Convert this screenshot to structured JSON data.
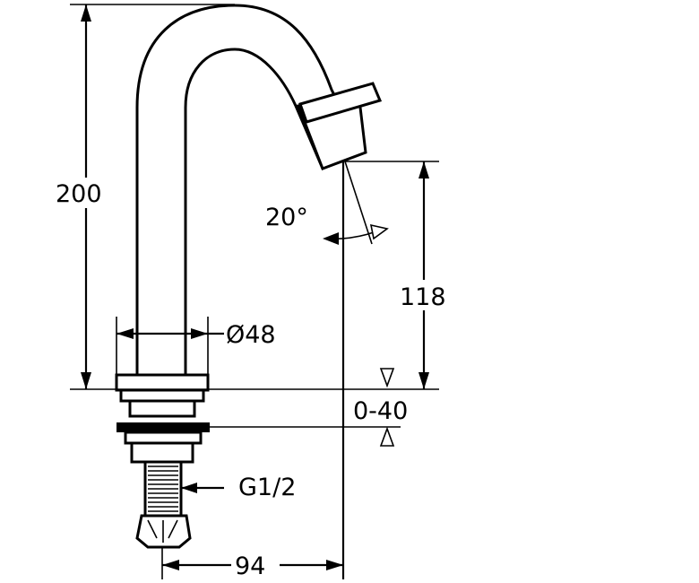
{
  "dimensions": {
    "height_total": "200",
    "angle": "20°",
    "diameter": "Ø48",
    "spout_height": "118",
    "adjust_range": "0-40",
    "thread": "G1/2",
    "projection": "94"
  }
}
